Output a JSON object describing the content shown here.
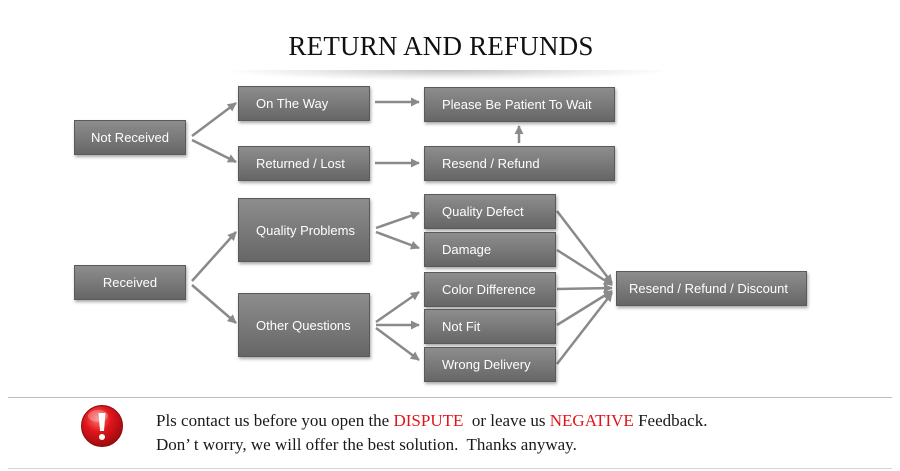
{
  "title": "RETURN AND REFUNDS",
  "boxes": {
    "not_received": "Not Received",
    "on_the_way": "On The Way",
    "please_be_patient": "Please Be Patient To Wait",
    "returned_lost": "Returned / Lost",
    "resend_refund": "Resend / Refund",
    "received": "Received",
    "quality_problems": "Quality Problems",
    "other_questions": "Other Questions",
    "quality_defect": "Quality Defect",
    "damage": "Damage",
    "color_difference": "Color Difference",
    "not_fit": "Not Fit",
    "wrong_delivery": "Wrong Delivery",
    "resend_refund_discount": "Resend / Refund / Discount"
  },
  "notice": {
    "line1_part1": "Pls contact us before you open the ",
    "line1_dispute": "DISPUTE",
    "line1_part2": "  or leave us ",
    "line1_negative": "NEGATIVE",
    "line1_part3": " Feedback.",
    "line2": "Don’ t worry, we will offer the best solution.  Thanks anyway."
  },
  "colors": {
    "box_fill": "#7a7a7a",
    "arrow": "#8a8a8a",
    "emphasis_red": "#e2141b",
    "warning_icon": "#e0161b"
  },
  "icons": {
    "warning": "exclamation-circle-icon"
  }
}
